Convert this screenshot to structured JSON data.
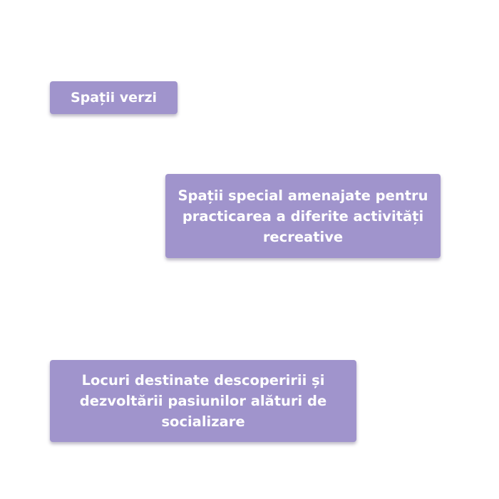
{
  "cards": [
    {
      "text": "Spații verzi"
    },
    {
      "text": "Spații special amenajate pentru practicarea a diferite activități recreative"
    },
    {
      "text": "Locuri destinate descoperirii și dezvoltării pasiunilor alături de socializare"
    }
  ],
  "colors": {
    "card_background": "#a094cc",
    "card_text": "#ffffff",
    "page_background": "#ffffff"
  }
}
